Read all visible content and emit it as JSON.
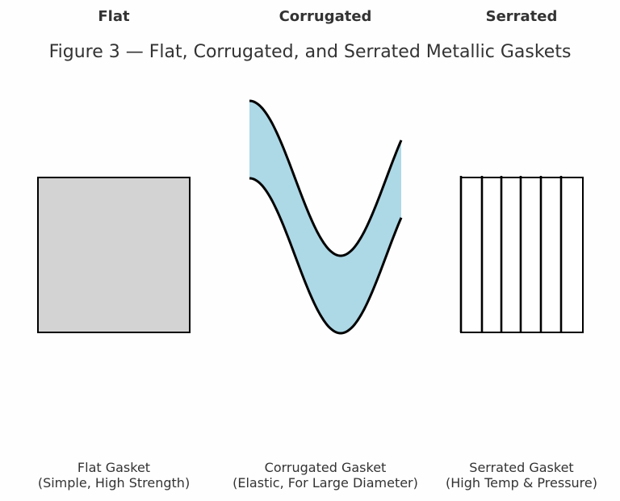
{
  "headers": {
    "flat": "Flat",
    "corrugated": "Corrugated",
    "serrated": "Serrated"
  },
  "title": "Figure 3 — Flat, Corrugated, and Serrated Metallic Gaskets",
  "captions": {
    "flat": [
      "Flat Gasket",
      "(Simple, High Strength)"
    ],
    "corrugated": [
      "Corrugated Gasket",
      "(Elastic, For Large Diameter)"
    ],
    "serrated": [
      "Serrated Gasket",
      "(High Temp & Pressure)"
    ]
  },
  "colors": {
    "flat_fill": "#d3d3d3",
    "corrugated_fill": "#add8e6",
    "serrated_fill": "#ffffff",
    "stroke": "#000000"
  },
  "serrated_lines": 5
}
